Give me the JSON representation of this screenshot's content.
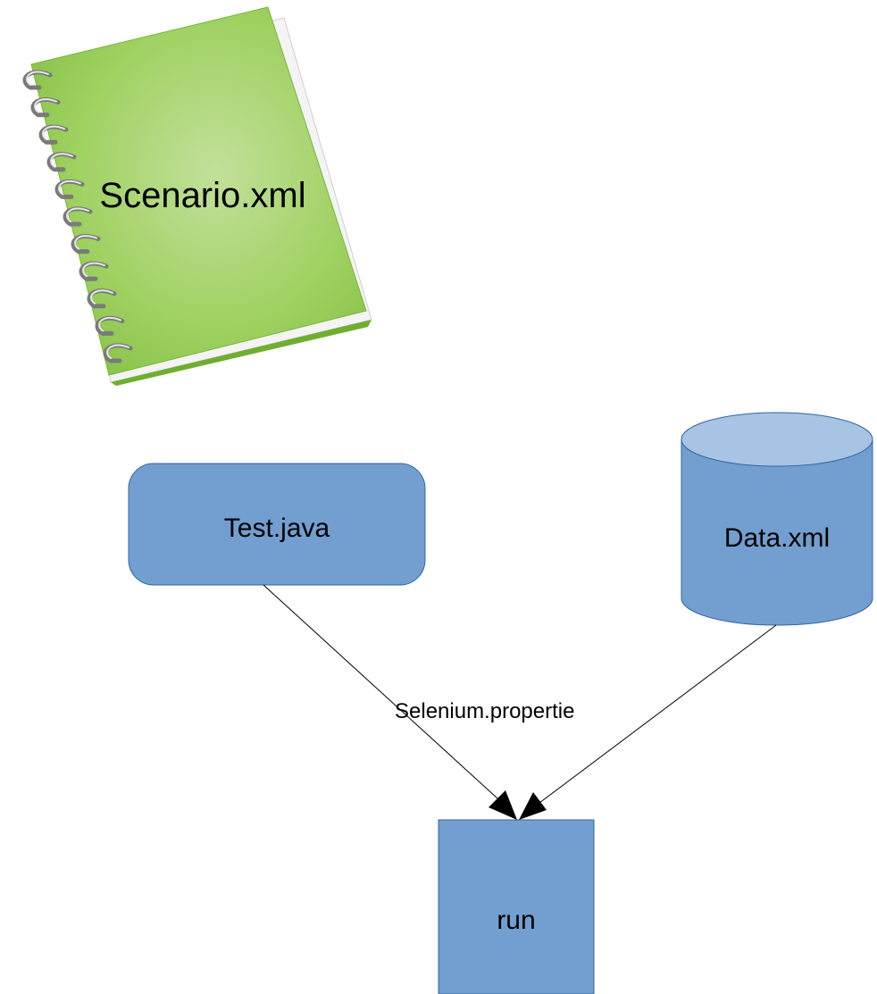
{
  "notebook": {
    "label": "Scenario.xml",
    "icon": "spiral-notebook-icon",
    "color": "#8cc63f"
  },
  "nodes": {
    "test": {
      "label": "Test.java",
      "shape": "rounded-rectangle"
    },
    "data": {
      "label": "Data.xml",
      "shape": "cylinder"
    },
    "run": {
      "label": "run",
      "shape": "rectangle"
    }
  },
  "edges": [
    {
      "from": "Test.java",
      "to": "run"
    },
    {
      "from": "Data.xml",
      "to": "run"
    }
  ],
  "edge_label": "Selenium.propertie",
  "colors": {
    "node_fill": "#729fcf",
    "node_stroke": "#3465a4",
    "cylinder_top": "#a7c4e4",
    "edge": "#000000"
  }
}
